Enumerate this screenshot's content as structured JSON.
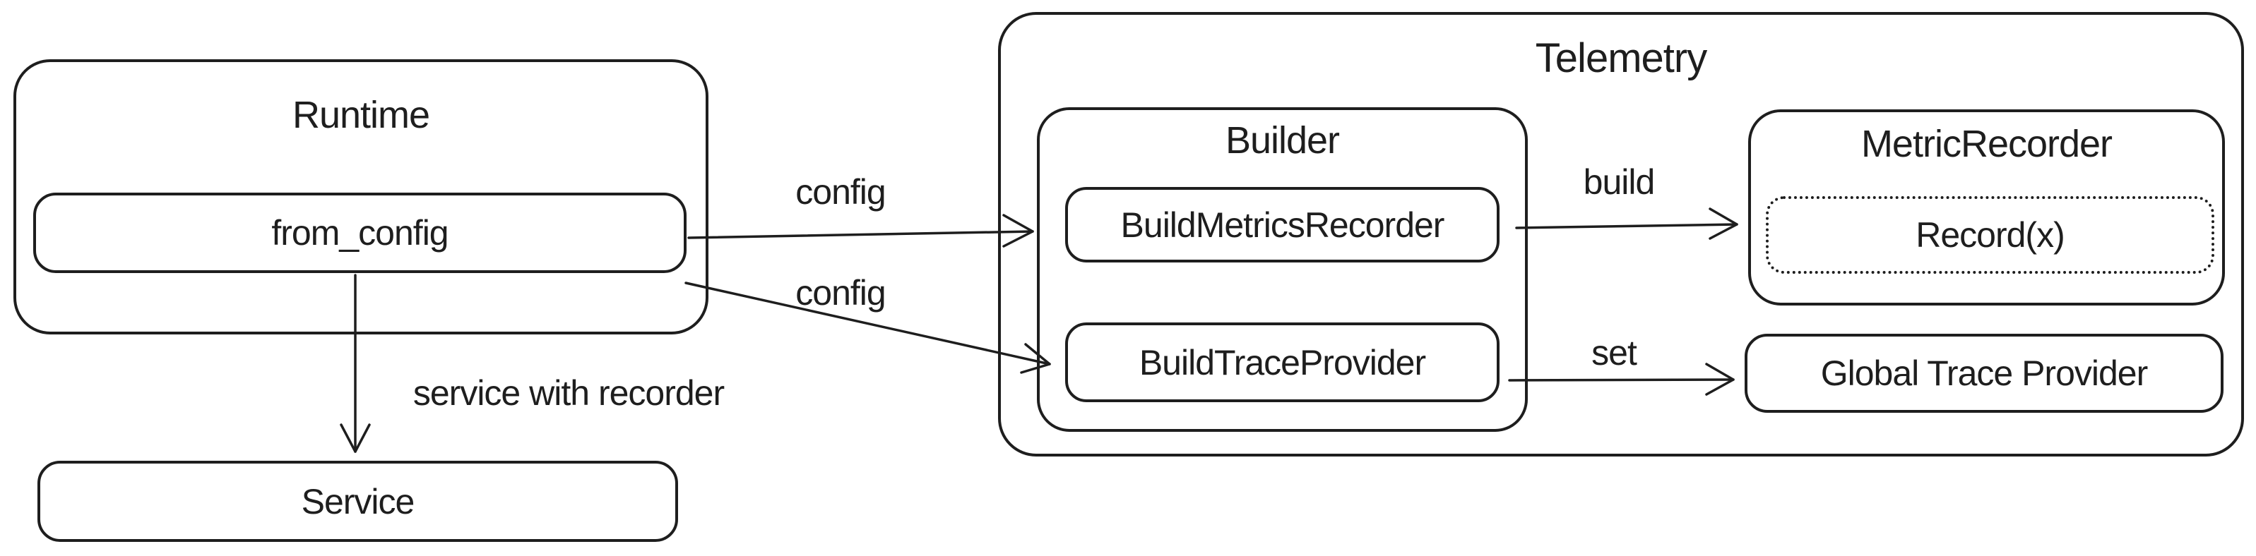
{
  "diagram": {
    "background_color": "#ffffff",
    "stroke_color": "#1e1e1e",
    "nodes": {
      "runtime": {
        "label": "Runtime"
      },
      "from_config": {
        "label": "from_config"
      },
      "service": {
        "label": "Service"
      },
      "telemetry": {
        "label": "Telemetry"
      },
      "builder": {
        "label": "Builder"
      },
      "build_metrics_recorder": {
        "label": "BuildMetricsRecorder"
      },
      "build_trace_provider": {
        "label": "BuildTraceProvider"
      },
      "metric_recorder": {
        "label": "MetricRecorder"
      },
      "record_x": {
        "label": "Record(x)"
      },
      "global_trace_provider": {
        "label": "Global Trace Provider"
      }
    },
    "edges": [
      {
        "from": "from_config",
        "to": "build_metrics_recorder",
        "label": "config"
      },
      {
        "from": "from_config",
        "to": "build_trace_provider",
        "label": "config"
      },
      {
        "from": "from_config",
        "to": "service",
        "label": "service with recorder"
      },
      {
        "from": "build_metrics_recorder",
        "to": "metric_recorder",
        "label": "build"
      },
      {
        "from": "build_trace_provider",
        "to": "global_trace_provider",
        "label": "set"
      }
    ]
  }
}
